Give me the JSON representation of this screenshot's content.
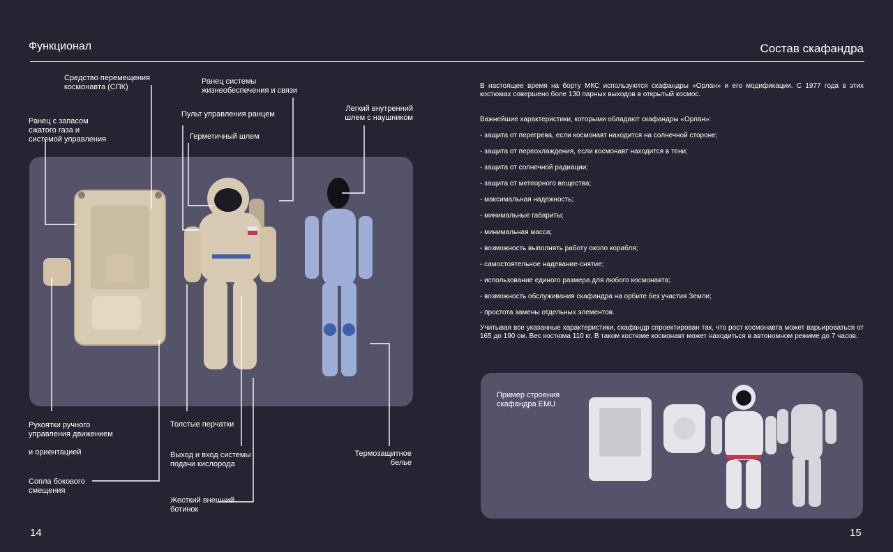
{
  "header": {
    "left_title": "Функционал",
    "right_title": "Состав скафандра"
  },
  "pages": {
    "left": "14",
    "right": "15"
  },
  "callouts": {
    "spk": "Средство перемещения\nкосмонавта (СПК)",
    "gas_pack": "Ранец с запасом\nсжатого газа и\nсистемой управления",
    "life_pack": "Ранец системы\nжизнеобеспечения и связи",
    "pack_control": "Пульт управления ранцем",
    "helmet": "Герметичный шлем",
    "inner_helmet": "Легкий внутренний\nшлем с наушником",
    "handles": "Рукоятки ручного\nуправления движением\n\nи ориентацией",
    "gloves": "Толстые перчатки",
    "oxygen": "Выход и вход системы\nподачи кислорода",
    "thermal": "Термозащитное\nбелье",
    "nozzles": "Сопла бокового\nсмещения",
    "boot": "Жесткий внешний\nботинок"
  },
  "text": {
    "intro": "В настоящее время на борту МКС используются скафандры «Орлан» и его модификации. С 1977 года в этих костюмах совершено боле 130 парных выходов в открытый космос.",
    "features_title": "Важнейшие характеристики, которыми обладают скафандры «Орлан»:",
    "features": [
      "- защита от перегрева, если космонавт находится на солнечной стороне;",
      "- защита от переохлаждения, если космонавт находится в тени;",
      "- защита от солнечной радиации;",
      "- защита от метеорного вещества;",
      "- максимальная надежность;",
      "- минимальные габариты;",
      "- минимальная масса;",
      "- возможность выполнять работу около корабля;",
      "- самостоятельное надевание-снятие;",
      "- использование единого размера для любого космонавта;",
      "- возможность обслуживания скафандра на орбите без участия Земли;",
      "- простота замены отдельных элементов."
    ],
    "summary": "Учитывая все указанные характеристики, скафандр спроектирован так, что рост космонавта может варьироваться от 165 до 190 см. Вес костюма 110 кг. В таком костюме космонавт может находиться в автономном режиме до 7 часов."
  },
  "emu": {
    "caption": "Пример строения\nскафандра EMU"
  },
  "colors": {
    "background": "#252433",
    "panel": "#555369",
    "suit": "#d9cbb3",
    "underwear": "#9eaed6"
  }
}
